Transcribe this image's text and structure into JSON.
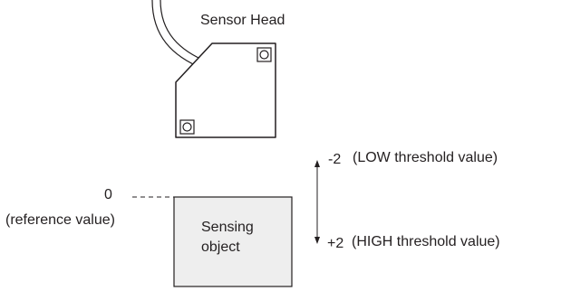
{
  "labels": {
    "sensor_head": "Sensor Head",
    "zero": "0",
    "reference_value": "(reference value)",
    "sensing_object_line1": "Sensing",
    "sensing_object_line2": "object",
    "low_value": "-2",
    "low_label": "(LOW threshold value)",
    "high_value": "+2",
    "high_label": "(HIGH threshold value)"
  },
  "colors": {
    "line": "#231f20",
    "object_fill": "#eeeeee",
    "background": "#ffffff"
  },
  "icons": {
    "sensor": "sensor-head-icon",
    "arrow": "double-headed-arrow-icon"
  }
}
